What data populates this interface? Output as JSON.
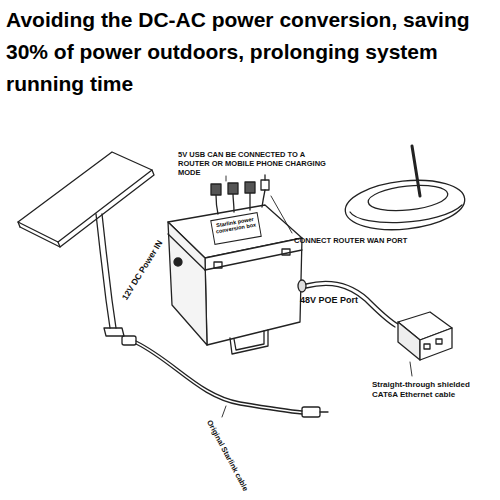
{
  "diagram": {
    "title": "Avoiding the DC-AC power conversion, saving 30% of power outdoors, prolonging system running time",
    "nodes": [
      {
        "text": [
          "Starlink power conversion box"
        ]
      }
    ],
    "labels": [
      "5V USB CAN BE CONNECTED TO A ROUTER OR MOBILE PHONE CHARGING MODE",
      "12V DC Power IN",
      "CONNECT ROUTER WAN PORT",
      "48V POE Port",
      "Straight-through shielded CAT6A Ethernet cable",
      "Original Starlink cable"
    ]
  }
}
